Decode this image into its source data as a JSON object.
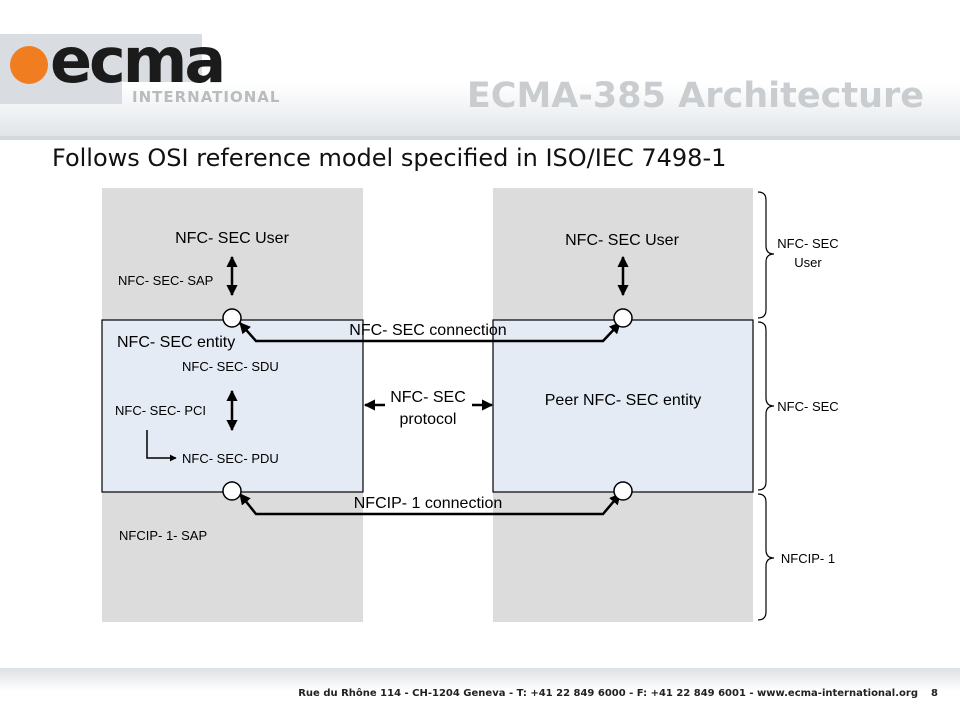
{
  "header": {
    "logo_word": "ecma",
    "logo_sub": "INTERNATIONAL",
    "title": "ECMA-385 Architecture"
  },
  "subtitle": "Follows OSI reference model specified in ISO/IEC 7498-1",
  "diagram": {
    "left_user": "NFC- SEC User",
    "left_sap": "NFC- SEC- SAP",
    "left_entity": "NFC- SEC entity",
    "sdu": "NFC- SEC- SDU",
    "pci": "NFC- SEC- PCI",
    "pdu": "NFC- SEC- PDU",
    "nfcip_sap": "NFCIP- 1- SAP",
    "right_user": "NFC- SEC User",
    "peer_entity": "Peer NFC- SEC entity",
    "sec_connection": "NFC- SEC connection",
    "protocol_line1": "NFC- SEC",
    "protocol_line2": "protocol",
    "nfcip_connection": "NFCIP- 1 connection",
    "brace_user_line1": "NFC- SEC",
    "brace_user_line2": "User",
    "brace_sec": "NFC- SEC",
    "brace_nfcip": "NFCIP- 1"
  },
  "colors": {
    "column_fill": "#dcdcdc",
    "entity_fill": "#e4ebf4",
    "logo_orange": "#f07e20",
    "title_gray": "#c9cdd0"
  },
  "footer": {
    "address": "Rue du Rhône 114 - CH-1204 Geneva - T: +41 22 849 6000 - F: +41 22 849 6001 - www.ecma-international.org",
    "page_number": "8"
  }
}
